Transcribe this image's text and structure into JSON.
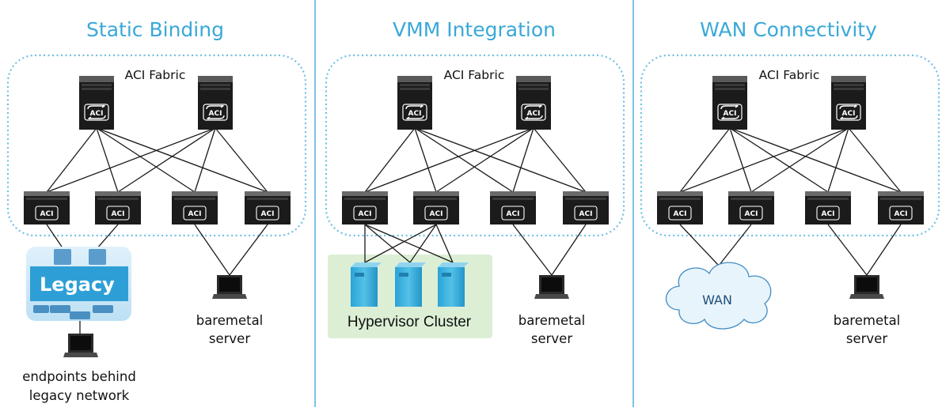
{
  "panels": [
    {
      "title": "Static Binding",
      "fabric_label": "ACI Fabric",
      "legacy_label": "Legacy",
      "left_caption": [
        "endpoints behind",
        "legacy network"
      ],
      "right_caption": [
        "baremetal",
        "server"
      ]
    },
    {
      "title": "VMM Integration",
      "fabric_label": "ACI Fabric",
      "cluster_label": "Hypervisor Cluster",
      "right_caption": [
        "baremetal",
        "server"
      ]
    },
    {
      "title": "WAN Connectivity",
      "fabric_label": "ACI Fabric",
      "wan_label": "WAN",
      "right_caption": [
        "baremetal",
        "server"
      ]
    }
  ],
  "icon_label": "ACI",
  "colors": {
    "title": "#3aa8d8",
    "divider": "#7cc3e3",
    "fabric_outline": "#6fbfe4",
    "switch_body": "#1b1b1b",
    "legacy_box": "#cfe8f7",
    "legacy_bar": "#2e9fd6",
    "cluster_box": "#dcefd5",
    "server_blue": "#3cb3df",
    "wan_cloud": "#e8f4fb"
  }
}
